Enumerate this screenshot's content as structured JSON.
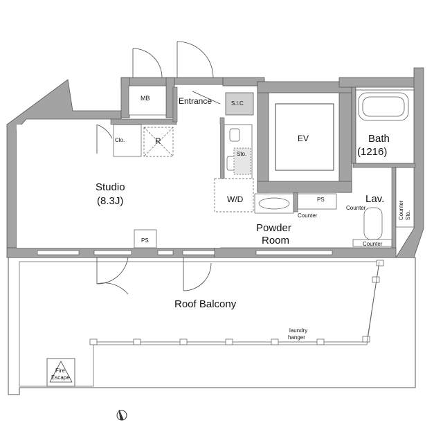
{
  "rooms": {
    "mb": "MB",
    "entrance": "Entrance",
    "sic": "S.I.C",
    "clo": "Clo.",
    "r": "R",
    "sto": "Sto.",
    "studio": "Studio",
    "studio_size": "(8.3J)",
    "wd": "W/D",
    "ev": "EV",
    "bath": "Bath",
    "bath_size": "(1216)",
    "lav": "Lav.",
    "ps_top": "PS",
    "ps_studio": "PS",
    "counter_1": "Counter",
    "counter_2": "Counter",
    "counter_3": "Counter",
    "counter_sto": "Counter\nSto.",
    "powder_room": "Powder\nRoom",
    "roof_balcony": "Roof Balcony",
    "laundry_hanger": "laundry\nhanger",
    "fire_escape": "Fire\nEscape"
  },
  "colors": {
    "wall": "#a3a3a3",
    "line": "#333333",
    "balcony_bg": "#ffffff"
  }
}
